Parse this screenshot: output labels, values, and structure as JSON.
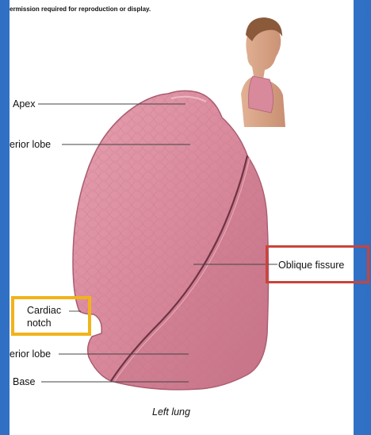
{
  "header": {
    "copyright": "ermission required for reproduction or display."
  },
  "labels": {
    "apex": "Apex",
    "superior_lobe": "erior lobe",
    "oblique_fissure": "Oblique fissure",
    "cardiac_line1": "Cardiac",
    "cardiac_line2": "notch",
    "inferior_lobe": "erior lobe",
    "base": "Base"
  },
  "caption": "Left lung",
  "colors": {
    "lung_fill": "#d9899c",
    "lung_shadow": "#c46f85",
    "highlight_cardiac": "#f2b31a",
    "highlight_oblique": "#c9443a",
    "slide_background": "#3a78c9"
  }
}
